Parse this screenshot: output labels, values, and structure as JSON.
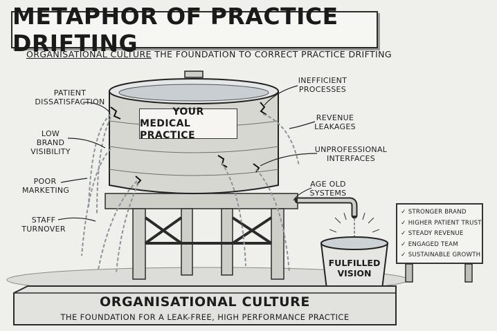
{
  "title": "METAPHOR OF PRACTICE DRIFTING",
  "subtitle": {
    "underlined": "ORGANISATIONAL CULTURE",
    "rest": "THE FOUNDATION TO CORRECT PRACTICE DRIFTING"
  },
  "tank_label": [
    "YOUR",
    "MEDICAL PRACTICE"
  ],
  "left_leaks": [
    "PATIENT\nDISSATISFACTION",
    "LOW\nBRAND\nVISIBILITY",
    "POOR\nMARKETING",
    "STAFF\nTURNOVER"
  ],
  "right_leaks": [
    "INEFFICIENT\nPROCESSES",
    "REVENUE\nLEAKAGES",
    "UNPROFESSIONAL\nINTERFACES",
    "AGE OLD\nSYSTEMS"
  ],
  "bucket_label": [
    "FULFILLED",
    "VISION"
  ],
  "outcomes": [
    "STRONGER BRAND",
    "HIGHER PATIENT TRUST",
    "STEADY REVENUE",
    "ENGAGED TEAM",
    "SUSTAINABLE GROWTH"
  ],
  "foundation": {
    "title": "ORGANISATIONAL CULTURE",
    "subtitle": "THE FOUNDATION FOR A LEAK-FREE, HIGH PERFORMANCE PRACTICE"
  },
  "colors": {
    "ink": "#1c1c1c",
    "paper": "#efefec",
    "water": "#dfe3e6"
  }
}
